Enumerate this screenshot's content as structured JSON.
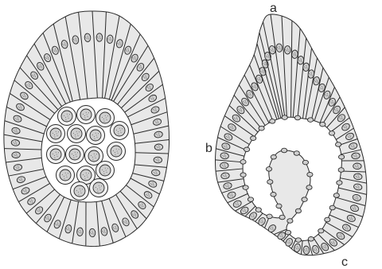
{
  "labels": {
    "a": "a",
    "b": "b",
    "c": "c"
  },
  "figures": [
    {
      "name": "left-figure",
      "parts": [
        "epithelial-wall",
        "central-cavity",
        "inner-cell-cluster"
      ]
    },
    {
      "name": "right-figure",
      "parts": [
        "epithelial-wall",
        "infolded-inner-layer"
      ]
    }
  ],
  "colors": {
    "ink": "#2a2a2a",
    "cell_fill": "#e8e8e8",
    "nucleus_fill": "#cfcfcf",
    "background": "#ffffff"
  }
}
